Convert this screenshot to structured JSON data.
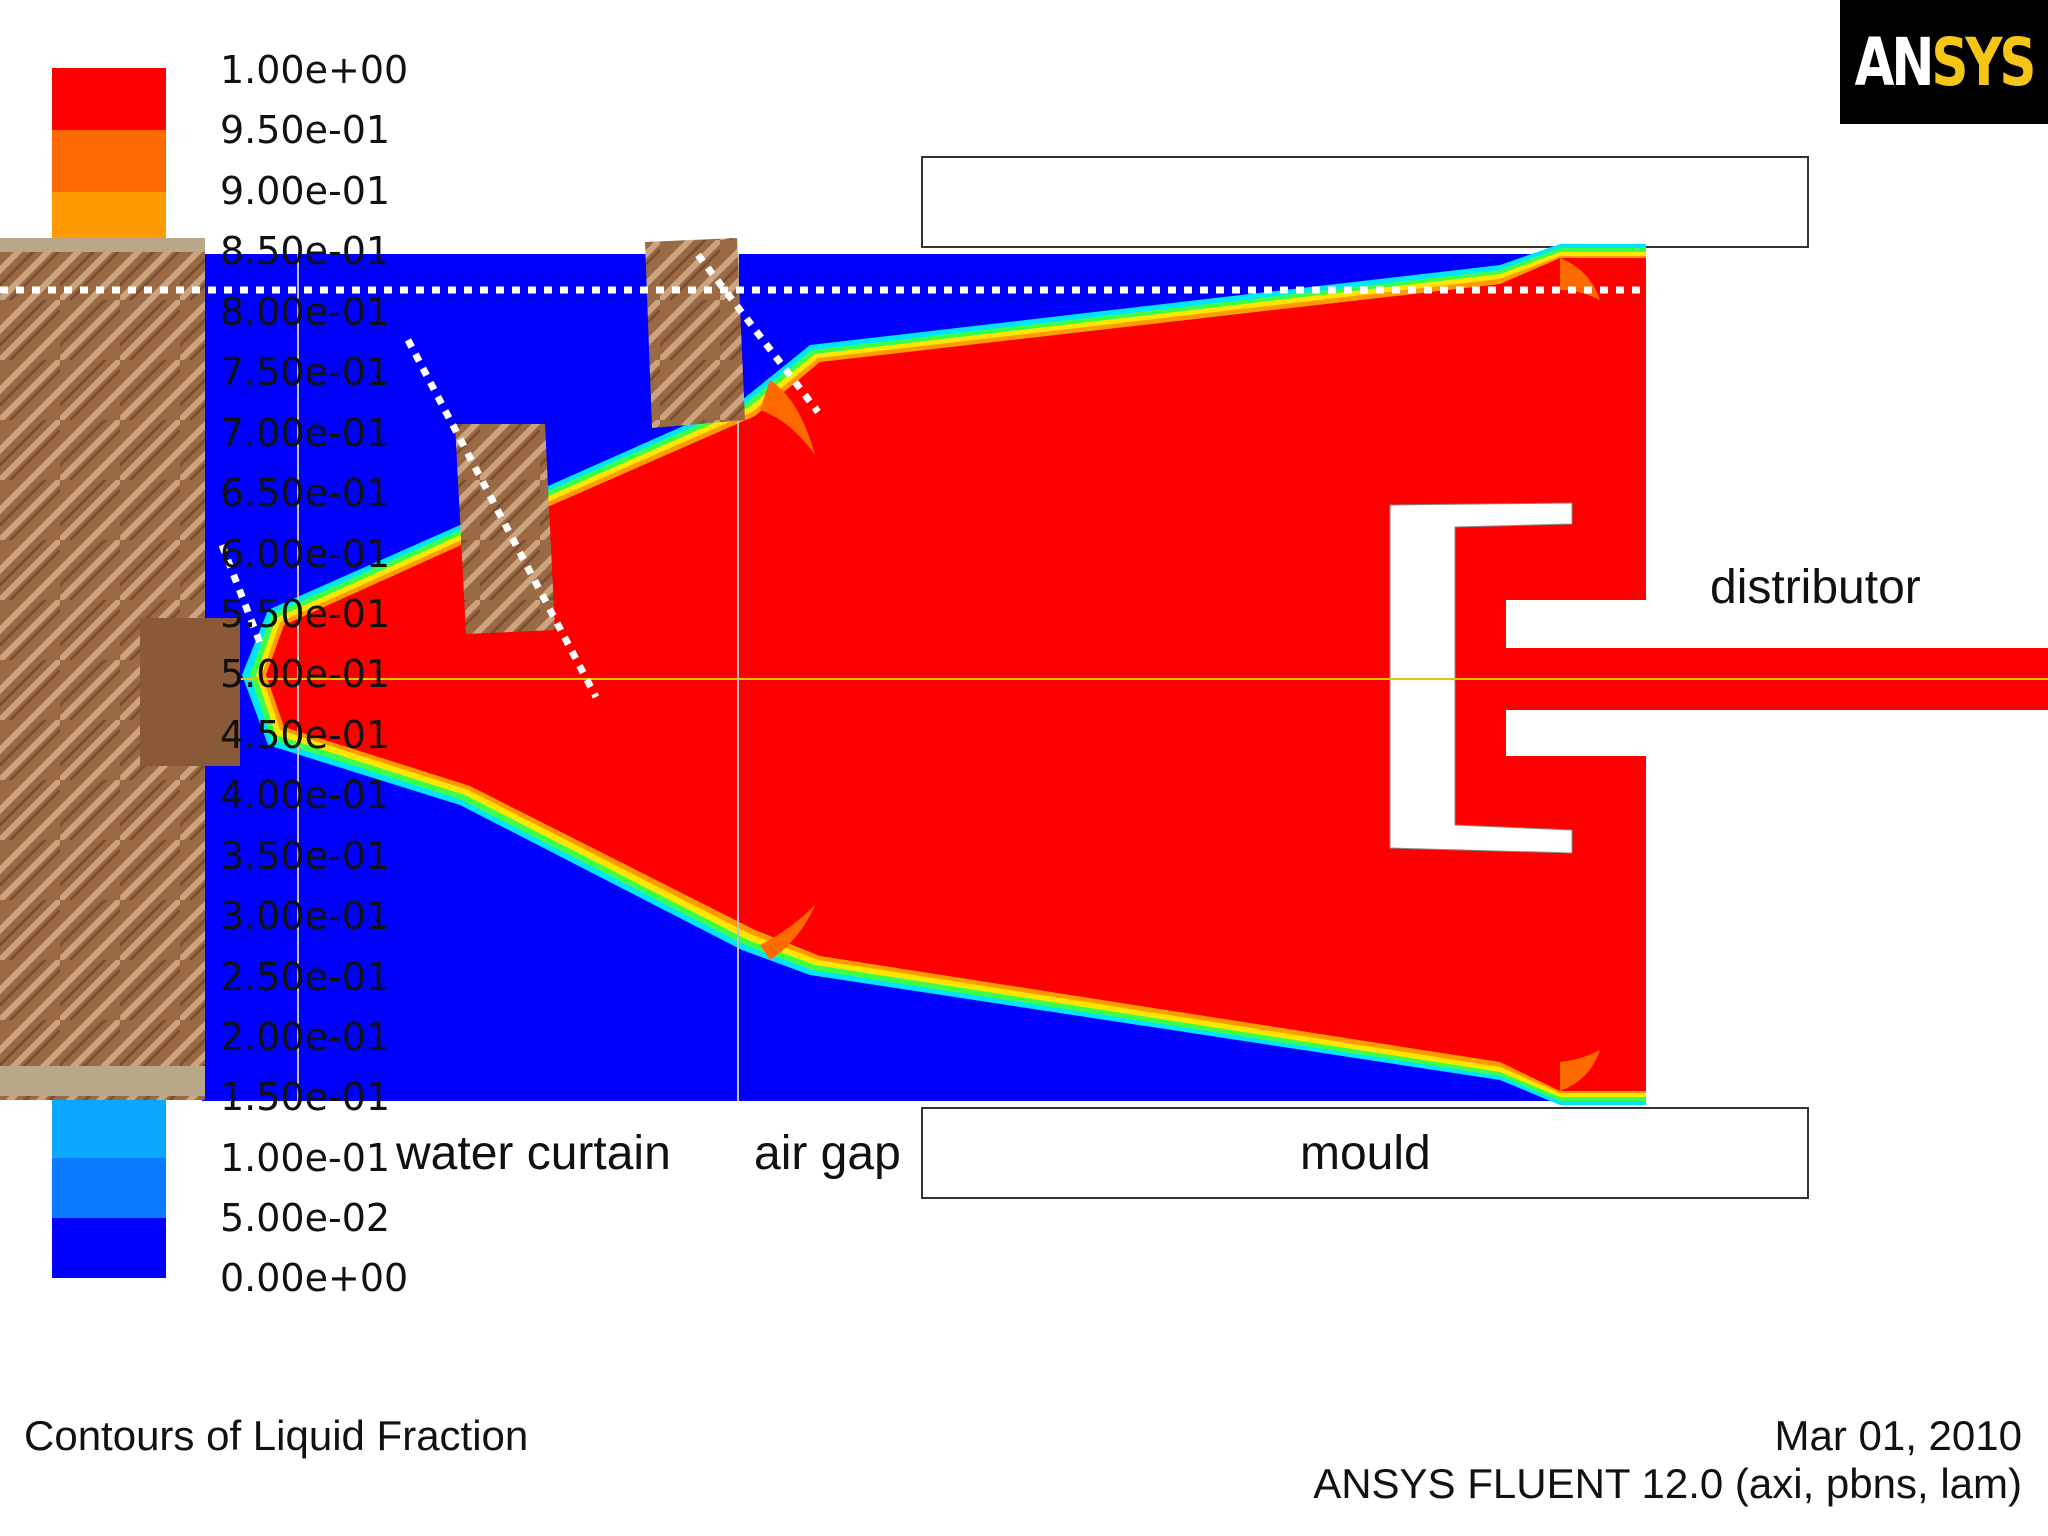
{
  "legend": {
    "levels": [
      "1.00e+00",
      "9.50e-01",
      "9.00e-01",
      "8.50e-01",
      "8.00e-01",
      "7.50e-01",
      "7.00e-01",
      "6.50e-01",
      "6.00e-01",
      "5.50e-01",
      "5.00e-01",
      "4.50e-01",
      "4.00e-01",
      "3.50e-01",
      "3.00e-01",
      "2.50e-01",
      "2.00e-01",
      "1.50e-01",
      "1.00e-01",
      "5.00e-02",
      "0.00e+00"
    ],
    "colors": {
      "1.00e+00": "#ff0000",
      "9.50e-01": "#ff6a00",
      "9.00e-01": "#ff9a00",
      "1.50e-01": "#0aa8ff",
      "1.00e-01": "#0a7cff",
      "5.00e-02": "#0000ff"
    }
  },
  "labels": {
    "distributor": "distributor",
    "water_curtain": "water curtain",
    "air_gap": "air gap",
    "mould": "mould"
  },
  "footer": {
    "title": "Contours of Liquid Fraction",
    "date": "Mar 01, 2010",
    "software": "ANSYS FLUENT 12.0 (axi, pbns, lam)"
  },
  "logo": {
    "text_part1": "AN",
    "text_part2": "SYS",
    "colors": {
      "background": "#000000",
      "primary": "#ffffff",
      "accent": "#f5c518"
    }
  },
  "colors": {
    "liquid": "#ff0000",
    "solid": "#0000ff",
    "background": "#ffffff",
    "guide_line": "#e8c400"
  }
}
